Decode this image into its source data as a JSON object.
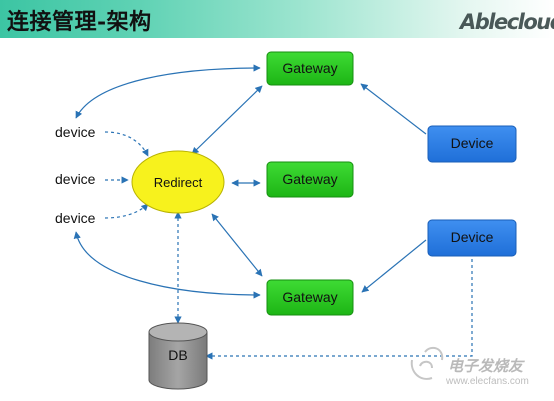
{
  "header": {
    "title": "连接管理-架构",
    "brand": "Ablecloud"
  },
  "diagram": {
    "nodes": {
      "gateway_top": "Gateway",
      "gateway_mid": "Gateway",
      "gateway_bottom": "Gateway",
      "redirect": "Redirect",
      "device_top": "Device",
      "device_bottom": "Device",
      "db": "DB"
    },
    "clients": [
      "device",
      "device",
      "device"
    ]
  },
  "watermark": {
    "cn": "电子发烧友",
    "url": "www.elecfans.com"
  },
  "colors": {
    "header_start": "#3cc5a3",
    "gateway_fill": "#22c71a",
    "device_fill": "#2f7fe6",
    "redirect_fill": "#f7f21d",
    "db_fill": "#8f8f8f",
    "arrow": "#2a73b5"
  }
}
